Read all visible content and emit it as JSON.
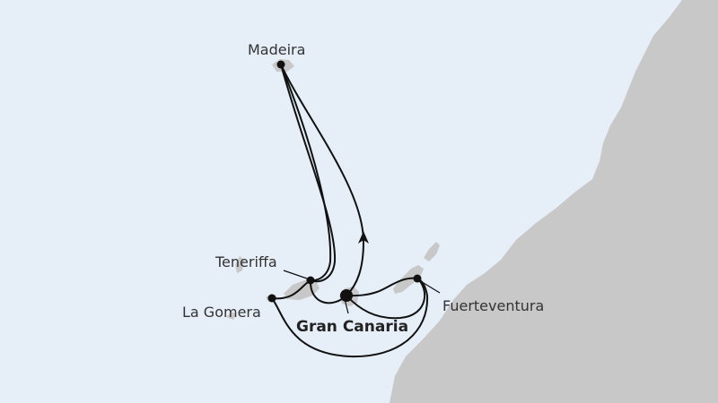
{
  "map": {
    "colors": {
      "sea": "#e6eef8",
      "land": "#c8c8c8",
      "route": "#111111"
    },
    "ports": {
      "madeira": "Madeira",
      "teneriffa": "Teneriffa",
      "la_gomera": "La Gomera",
      "gran_canaria": "Gran Canaria",
      "fuerteventura": "Fuerteventura"
    },
    "home_port": "Gran Canaria"
  }
}
